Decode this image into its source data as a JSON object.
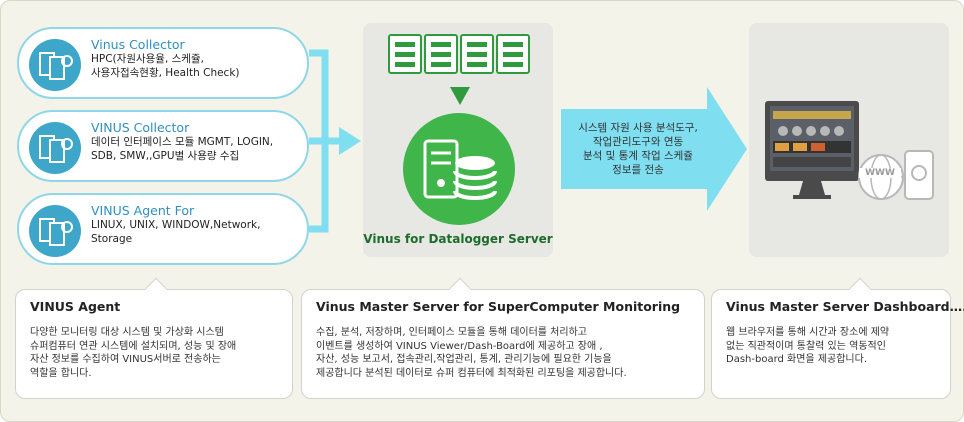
{
  "agents": [
    {
      "title": "Vinus Collector",
      "desc": "HPC(자원사용율, 스케쥴,\n사용자접속현황, Health Check)"
    },
    {
      "title": "VINUS Collector",
      "desc": "데이터 인터페이스 모듈 MGMT, LOGIN,\nSDB, SMW,,GPU별 사용량 수집"
    },
    {
      "title": "VINUS Agent For",
      "desc": "LINUX, UNIX, WINDOW,Network,\nStorage"
    }
  ],
  "server": {
    "label": "Vinus for Datalogger Server"
  },
  "flow_text": "시스템 자원 사용 분석도구,\n작업관리도구와 연동\n분석 및 통계 작업 스케쥴\n정보를 전송",
  "info": [
    {
      "title": "VINUS Agent",
      "body": "다양한 모니터링 대상 시스템 및 가상화 시스템\n슈퍼컴퓨터 연관 시스템에 설치되며, 성능 및 장애\n자산 정보를 수집하여 VINUS서버로 전송하는\n역할을 합니다."
    },
    {
      "title": "Vinus Master Server for SuperComputer Monitoring",
      "body": "수집, 분석, 저장하며, 인터페이스 모듈을 통해 데이터를 처리하고\n이벤트를 생성하여  VINUS Viewer/Dash-Board에 제공하고 장애 ,\n자산, 성능 보고서, 접속관리,작업관리, 통계, 관리기능에 필요한 기능을\n제공합니다 분석된 데이터로 슈퍼 컴퓨터에  최적화된 리포팅을 제공합니다."
    },
    {
      "title": "Vinus Master Server Dashboard….",
      "body": "웹 브라우저를 통해 시간과 장소에 제약\n없는 직관적이며 통찰력 있는 역동적인\nDash-board 화면을 제공합니다."
    }
  ],
  "www_label": "WWW",
  "colors": {
    "accent": "#2f8fbf",
    "arrow": "#7fdff0",
    "green": "#3fb54a",
    "icon_blue": "#3ea6c8"
  }
}
